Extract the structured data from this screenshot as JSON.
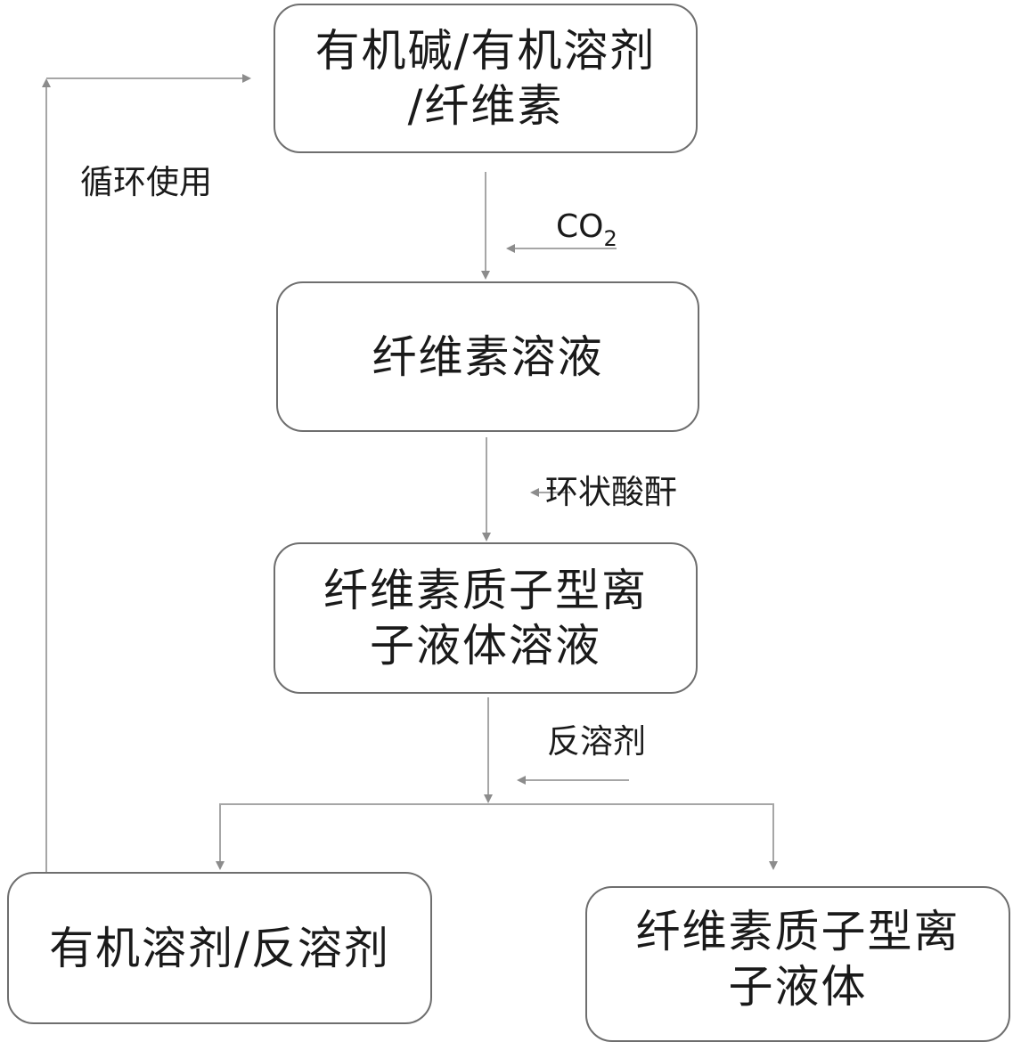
{
  "nodes": {
    "raw_materials": {
      "lines": [
        "有机碱/有机溶剂",
        "/纤维素"
      ]
    },
    "cellulose_solution": {
      "lines": [
        "纤维素溶液"
      ]
    },
    "pil_solution": {
      "lines": [
        "纤维素质子型离",
        "子液体溶液"
      ]
    },
    "recycled_solvents": {
      "lines": [
        "有机溶剂/反溶剂"
      ]
    },
    "product": {
      "lines": [
        "纤维素质子型离",
        "子液体"
      ]
    }
  },
  "inputs": {
    "co2": {
      "main": "CO",
      "subscript": "2"
    },
    "cyclic_anhydride": "环状酸酐",
    "antisolvent": "反溶剂"
  },
  "recycle_label": "循环使用",
  "colors": {
    "box_border": "#6e6e6e",
    "arrow": "#a6a6a6",
    "text": "#1a1a1a"
  }
}
